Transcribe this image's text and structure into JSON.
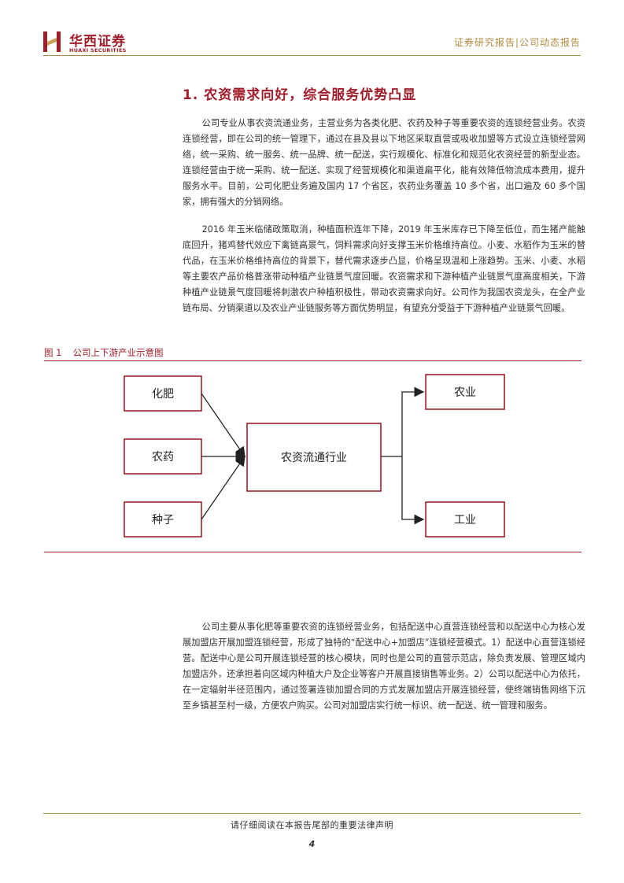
{
  "header": {
    "logo_cn": "华西证券",
    "logo_en": "HUAXI SECURITIES",
    "report_type": "证券研究报告|公司动态报告",
    "brand_color": "#a11d2a",
    "accent_color": "#b0893d"
  },
  "section": {
    "title": "1. 农资需求向好，综合服务优势凸显"
  },
  "paragraphs": {
    "p1": "公司专业从事农资流通业务，主营业务为各类化肥、农药及种子等重要农资的连锁经营业务。农资连锁经营，即在公司的统一管理下，通过在县及县以下地区采取直营或吸收加盟等方式设立连锁经营网络，统一采购、统一服务、统一品牌、统一配送，实行规模化、标准化和规范化农资经营的新型业态。连锁经营由于统一采购、统一配送、实现了经营规模化和渠道扁平化，能有效降低物流成本费用，提升服务水平。目前，公司化肥业务遍及国内 17 个省区，农药业务覆盖 10 多个省，出口遍及 60 多个国家，拥有强大的分销网络。",
    "p2": "2016 年玉米临储政策取消，种植面积连年下降，2019 年玉米库存已下降至低位，而生猪产能触底回升，猪鸡替代效应下禽链高景气，饲料需求向好支撑玉米价格维持高位。小麦、水稻作为玉米的替代品，在玉米价格维持高位的背景下，替代需求逐步凸显，价格呈现温和上涨趋势。玉米、小麦、水稻等主要农产品价格普涨带动种植产业链景气度回暖。农资需求和下游种植产业链景气度高度相关，下游种植产业链景气度回暖将刺激农户种植积极性，带动农资需求向好。公司作为我国农资龙头，在全产业链布局、分销渠道以及农业产业链服务等方面优势明显，有望充分受益于下游种植产业链景气回暖。",
    "p3": "公司主要从事化肥等重要农资的连锁经营业务，包括配送中心直营连锁经营和以配送中心为核心发展加盟店开展加盟连锁经营，形成了独特的“配送中心+加盟店”连锁经营模式。1）配送中心直营连锁经营。配送中心是公司开展连锁经营的核心模块，同时也是公司的直营示范店，除负责发展、管理区域内加盟店外，还承担着向区域内种植大户及企业等客户开展直接销售等业务。2）公司以配送中心为依托，在一定辐射半径范围内，通过签署连锁加盟合同的方式发展加盟店开展连锁经营，使终端销售网络下沉至乡镇甚至村一级，方便农户购买。公司对加盟店实行统一标识、统一配送、统一管理和服务。"
  },
  "figure": {
    "number": "图 1",
    "caption": "公司上下游产业示意图",
    "inputs": [
      "化肥",
      "农药",
      "种子"
    ],
    "center": "农资流通行业",
    "outputs": [
      "农业",
      "工业"
    ]
  },
  "footer": {
    "disclaimer": "请仔细阅读在本报告尾部的重要法律声明",
    "page_number": "4"
  }
}
